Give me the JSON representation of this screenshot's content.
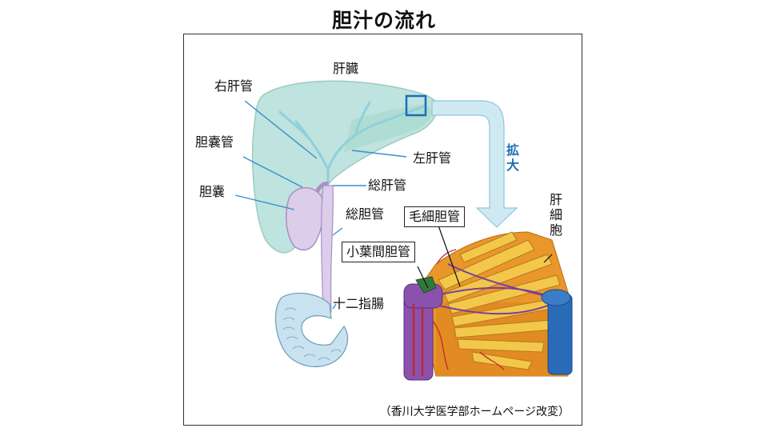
{
  "title": "胆汁の流れ",
  "labels": {
    "liver": "肝臓",
    "right_hepatic_duct": "右肝管",
    "left_hepatic_duct": "左肝管",
    "cystic_duct": "胆嚢管",
    "common_hepatic_duct": "総肝管",
    "gallbladder": "胆嚢",
    "common_bile_duct": "総胆管",
    "duodenum": "十二指腸",
    "bile_canaliculus": "毛細胆管",
    "interlobular_bile_duct": "小葉間胆管",
    "enlarge": [
      "拡",
      "大"
    ],
    "hepatocyte": [
      "肝",
      "細",
      "胞"
    ]
  },
  "source": "（香川大学医学部ホームページ改変）",
  "colors": {
    "liver": "#bfe3de",
    "duct": "#7fc6d6",
    "gallbladder": "#dccdea",
    "duodenum": "#c9e2ef",
    "arrow": "#cfe9f3",
    "cells": "#f3c74a",
    "purple_vessel": "#7a3f9b",
    "blue_vessel": "#2a6bb8",
    "tissue": "#e9962a"
  }
}
